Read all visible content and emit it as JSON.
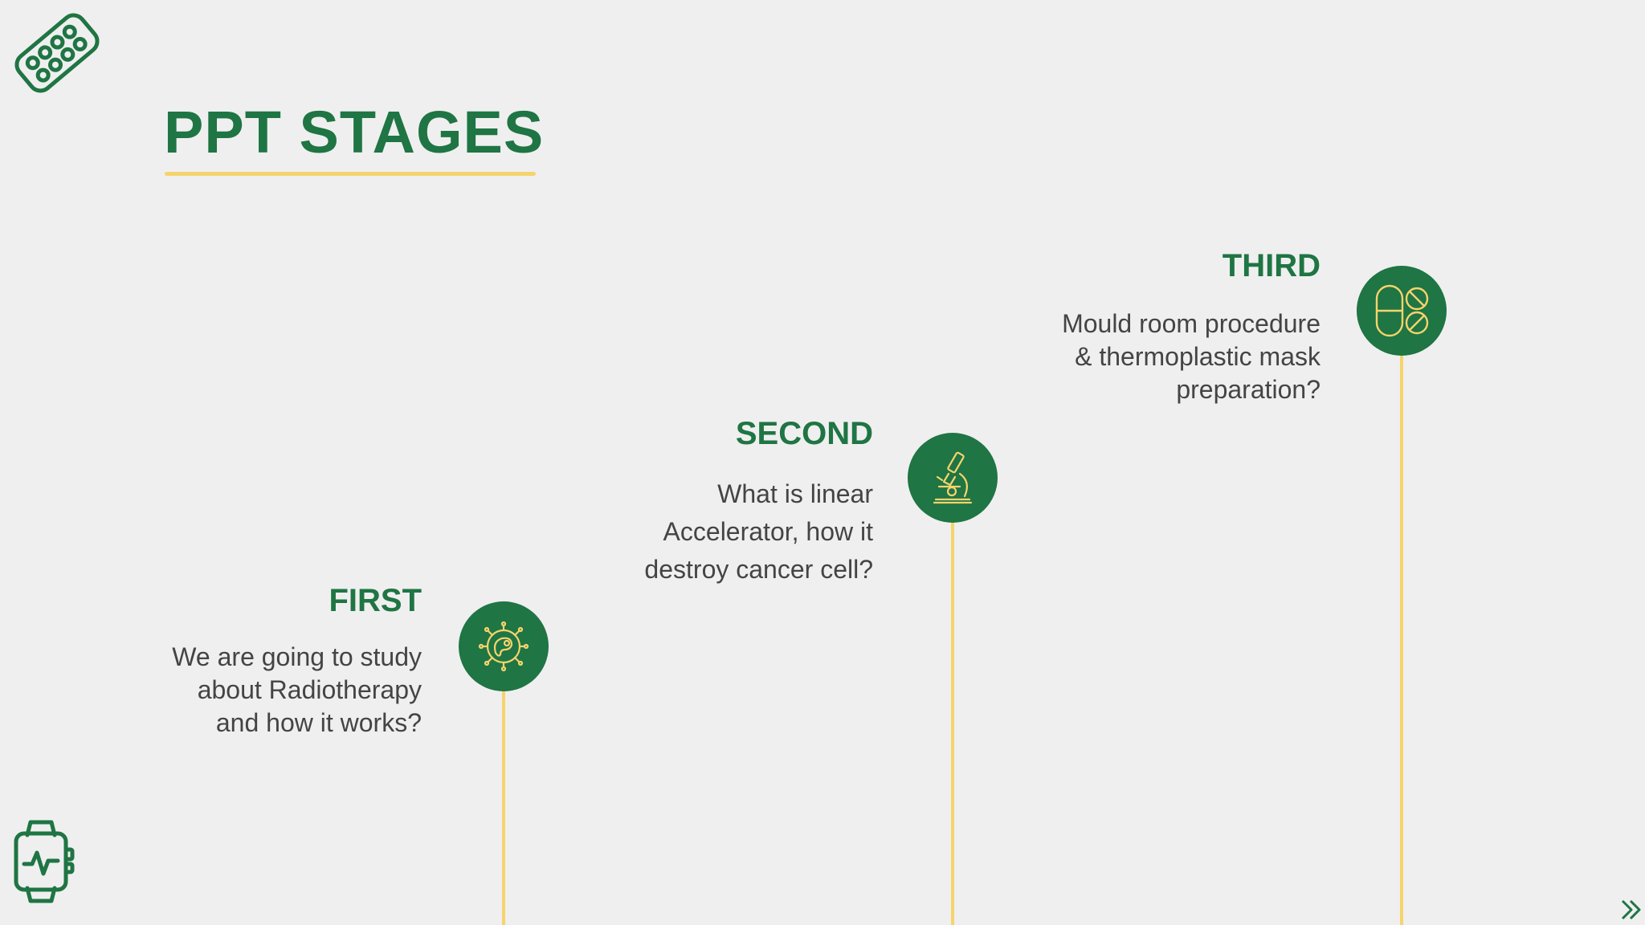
{
  "slide": {
    "title": "PPT STAGES",
    "colors": {
      "primary": "#1f7543",
      "accent": "#f6d46c",
      "background": "#efeff0",
      "text": "#444444"
    },
    "stages": [
      {
        "heading": "FIRST",
        "lines": [
          "We are going to study",
          "about Radiotherapy",
          "and how it works?"
        ],
        "icon": "virus-cell-icon"
      },
      {
        "heading": "SECOND",
        "lines": [
          "What is linear",
          "Accelerator, how it",
          "destroy cancer cell?"
        ],
        "icon": "microscope-icon"
      },
      {
        "heading": "THIRD",
        "lines": [
          "Mould room procedure",
          "& thermoplastic mask",
          "preparation?"
        ],
        "icon": "pills-icon"
      }
    ],
    "decor_icons": [
      "pill-blister-icon",
      "smartwatch-icon",
      "next-arrow-icon"
    ]
  }
}
